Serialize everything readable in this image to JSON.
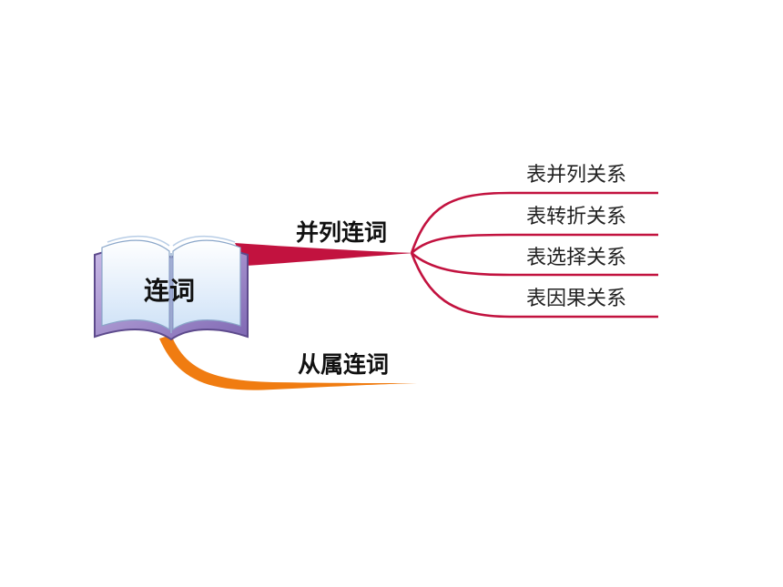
{
  "mindmap": {
    "center": {
      "label": "连词",
      "icon": "open-book-icon"
    },
    "branches": [
      {
        "label": "并列连词",
        "color": "#c2123f",
        "children": [
          "表并列关系",
          "表转折关系",
          "表选择关系",
          "表因果关系"
        ]
      },
      {
        "label": "从属连词",
        "color": "#f07c11",
        "children": []
      }
    ]
  }
}
